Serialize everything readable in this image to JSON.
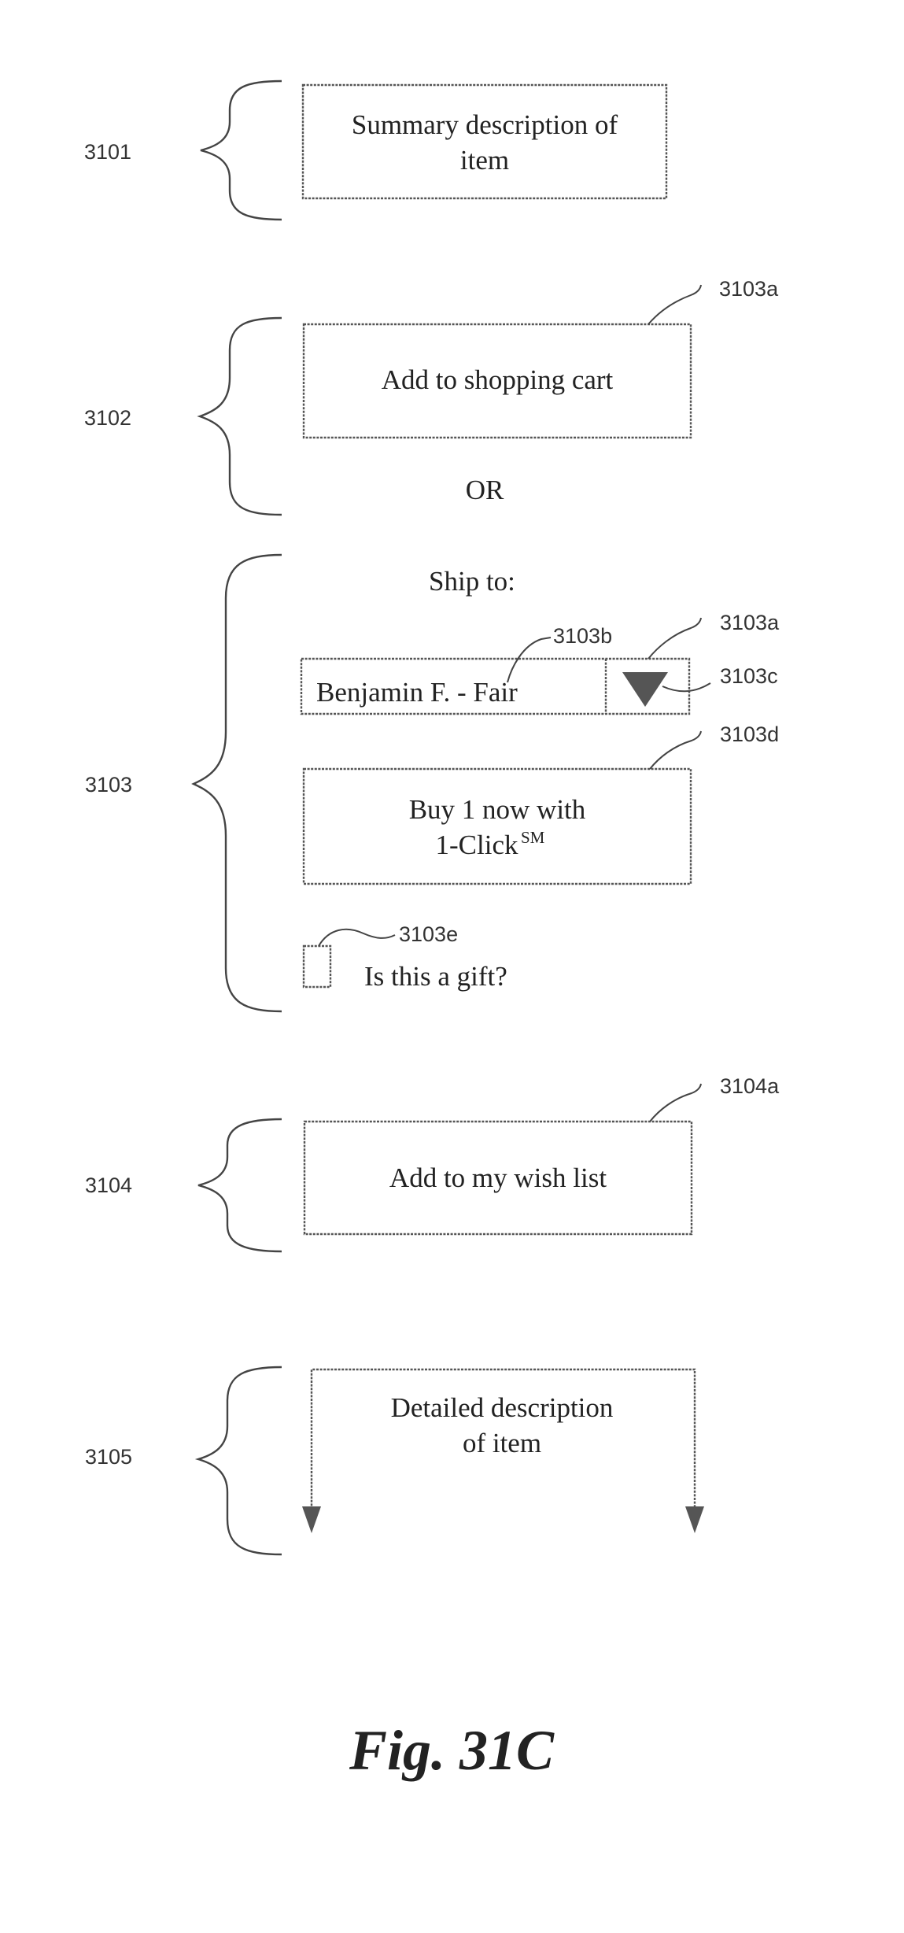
{
  "sections": {
    "s3101": {
      "ref": "3101",
      "box_lines": [
        "Summary description of",
        "item"
      ]
    },
    "s3102": {
      "ref": "3102",
      "button_ref": "3103a",
      "button_label": "Add to shopping cart",
      "or_label": "OR"
    },
    "s3103": {
      "ref": "3103",
      "ship_to_label": "Ship to:",
      "dropdown_value": "Benjamin F. - Fair",
      "dropdown_value_ref": "3103b",
      "dropdown_ref": "3103a",
      "dropdown_arrow_ref": "3103c",
      "buy_button_ref": "3103d",
      "buy_button_line1": "Buy 1 now with",
      "buy_button_line2": "1-Click",
      "buy_button_sup": "SM",
      "gift_checkbox_ref": "3103e",
      "gift_label": "Is this a gift?"
    },
    "s3104": {
      "ref": "3104",
      "button_ref": "3104a",
      "button_label": "Add to my wish list"
    },
    "s3105": {
      "ref": "3105",
      "box_lines": [
        "Detailed description",
        "of item"
      ]
    }
  },
  "caption": "Fig. 31C",
  "colors": {
    "ink": "#222222",
    "line": "#555555",
    "background": "#ffffff"
  },
  "icons": {
    "dropdown_arrow": "triangle-down-icon",
    "scroll_arrow": "triangle-down-icon",
    "checkbox": "checkbox-icon"
  }
}
